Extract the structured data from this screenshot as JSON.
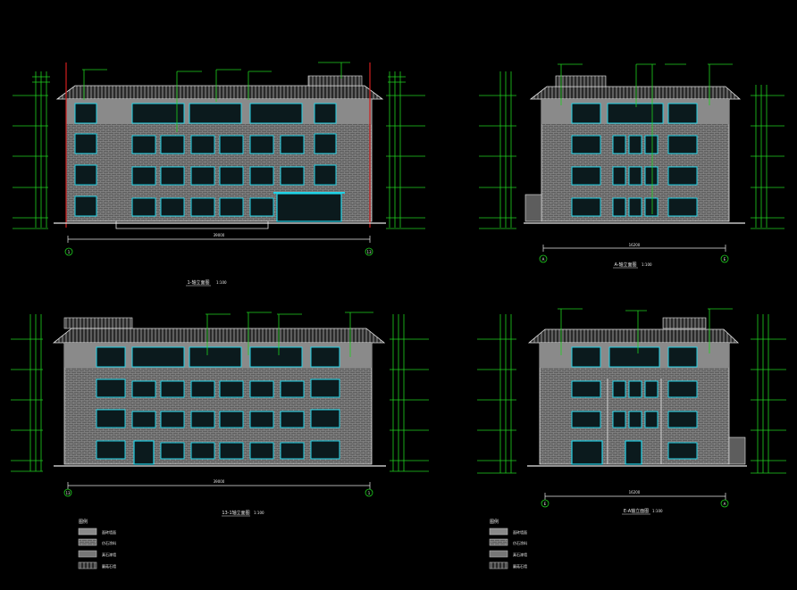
{
  "drawing": {
    "background": "#000000",
    "colors": {
      "facade": "#8a8a8a",
      "brick": "#6e6e6e",
      "window": "#22d3e6",
      "axis_red": "#d21e1e",
      "leader_green": "#1fd11f",
      "line_white": "#e8e8e8"
    },
    "elevations": [
      {
        "title": "1-轴立面图",
        "scale": "1:100",
        "axis_start": "1",
        "axis_end": "13",
        "total_dim": "39000"
      },
      {
        "title": "A-轴立面图",
        "scale": "1:100",
        "axis_start": "A",
        "axis_end": "E",
        "total_dim": "16200"
      },
      {
        "title": "13-1轴立面图",
        "scale": "1:100",
        "axis_start": "13",
        "axis_end": "1",
        "total_dim": "39000"
      },
      {
        "title": "E-A轴立面图",
        "scale": "1:100",
        "axis_start": "E",
        "axis_end": "A",
        "total_dim": "16200"
      }
    ],
    "legend": {
      "title": "图例",
      "items": [
        "面砖墙面",
        "仿石涂料",
        "真石漆墙",
        "蘑菇石墙"
      ]
    }
  }
}
